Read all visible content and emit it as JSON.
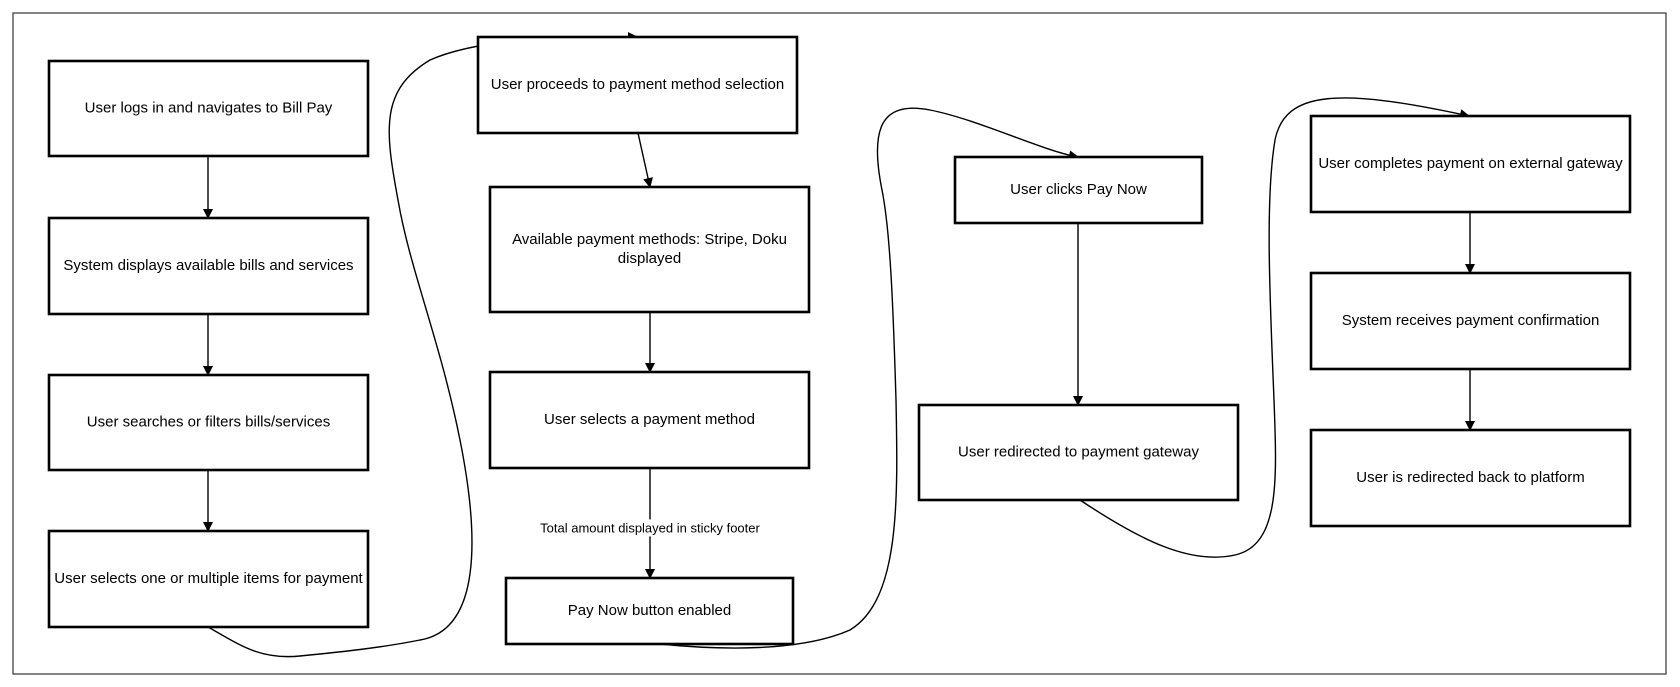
{
  "diagram": {
    "nodes": [
      {
        "id": "n1",
        "lines": [
          "User logs in and navigates to Bill Pay"
        ]
      },
      {
        "id": "n2",
        "lines": [
          "System displays available bills and services"
        ]
      },
      {
        "id": "n3",
        "lines": [
          "User searches or filters bills/services"
        ]
      },
      {
        "id": "n4",
        "lines": [
          "User selects one or multiple items for payment"
        ]
      },
      {
        "id": "n5",
        "lines": [
          "User proceeds to payment method selection"
        ]
      },
      {
        "id": "n6",
        "lines": [
          "Available payment methods: Stripe, Doku",
          "displayed"
        ]
      },
      {
        "id": "n7",
        "lines": [
          "User selects a payment method"
        ]
      },
      {
        "id": "n8",
        "lines": [
          "Pay Now button enabled"
        ]
      },
      {
        "id": "n9",
        "lines": [
          "User clicks Pay Now"
        ]
      },
      {
        "id": "n10",
        "lines": [
          "User redirected to payment gateway"
        ]
      },
      {
        "id": "n11",
        "lines": [
          "User completes payment on external gateway"
        ]
      },
      {
        "id": "n12",
        "lines": [
          "System receives payment confirmation"
        ]
      },
      {
        "id": "n13",
        "lines": [
          "User is redirected back to platform"
        ]
      }
    ],
    "edges": [
      {
        "from": "n1",
        "to": "n2",
        "label": ""
      },
      {
        "from": "n2",
        "to": "n3",
        "label": ""
      },
      {
        "from": "n3",
        "to": "n4",
        "label": ""
      },
      {
        "from": "n4",
        "to": "n5",
        "label": ""
      },
      {
        "from": "n5",
        "to": "n6",
        "label": ""
      },
      {
        "from": "n6",
        "to": "n7",
        "label": ""
      },
      {
        "from": "n7",
        "to": "n8",
        "label": "Total amount displayed in sticky footer"
      },
      {
        "from": "n8",
        "to": "n9",
        "label": ""
      },
      {
        "from": "n9",
        "to": "n10",
        "label": ""
      },
      {
        "from": "n10",
        "to": "n11",
        "label": ""
      },
      {
        "from": "n11",
        "to": "n12",
        "label": ""
      },
      {
        "from": "n12",
        "to": "n13",
        "label": ""
      }
    ]
  }
}
